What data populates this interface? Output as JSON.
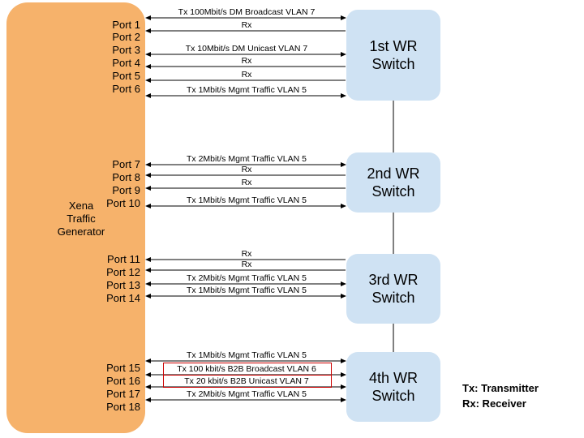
{
  "generator": {
    "label": "Xena\nTraffic\nGenerator"
  },
  "switches": [
    {
      "label": "1st WR\nSwitch"
    },
    {
      "label": "2nd WR\nSwitch"
    },
    {
      "label": "3rd WR\nSwitch"
    },
    {
      "label": "4th WR\nSwitch"
    }
  ],
  "ports": [
    "Port 1",
    "Port 2",
    "Port 3",
    "Port 4",
    "Port 5",
    "Port 6",
    "Port 7",
    "Port 8",
    "Port 9",
    "Port 10",
    "Port 11",
    "Port 12",
    "Port 13",
    "Port 14",
    "Port 15",
    "Port 16",
    "Port 17",
    "Port 18"
  ],
  "links": [
    {
      "label": "Tx 100Mbit/s DM Broadcast VLAN 7",
      "direction": "bidirectional",
      "highlighted": false
    },
    {
      "label": "Rx",
      "direction": "to-generator",
      "highlighted": false
    },
    {
      "label": "Tx 10Mbit/s DM Unicast VLAN 7",
      "direction": "bidirectional",
      "highlighted": false
    },
    {
      "label": "Rx",
      "direction": "to-generator",
      "highlighted": false
    },
    {
      "label": "Rx",
      "direction": "to-generator",
      "highlighted": false
    },
    {
      "label": "Tx 1Mbit/s Mgmt Traffic VLAN 5",
      "direction": "bidirectional",
      "highlighted": false
    },
    {
      "label": "Tx 2Mbit/s Mgmt Traffic VLAN 5",
      "direction": "bidirectional",
      "highlighted": false
    },
    {
      "label": "Rx",
      "direction": "to-generator",
      "highlighted": false
    },
    {
      "label": "Rx",
      "direction": "to-generator",
      "highlighted": false
    },
    {
      "label": "Tx 1Mbit/s Mgmt Traffic VLAN 5",
      "direction": "bidirectional",
      "highlighted": false
    },
    {
      "label": "Rx",
      "direction": "to-generator",
      "highlighted": false
    },
    {
      "label": "Rx",
      "direction": "to-generator",
      "highlighted": false
    },
    {
      "label": "Tx 2Mbit/s Mgmt Traffic VLAN 5",
      "direction": "bidirectional",
      "highlighted": false
    },
    {
      "label": "Tx 1Mbit/s Mgmt Traffic VLAN 5",
      "direction": "bidirectional",
      "highlighted": false
    },
    {
      "label": "Tx 1Mbit/s Mgmt Traffic VLAN 5",
      "direction": "bidirectional",
      "highlighted": false
    },
    {
      "label": "Tx 100 kbit/s B2B Broadcast VLAN 6",
      "direction": "bidirectional",
      "highlighted": true
    },
    {
      "label": "Tx 20 kbit/s B2B Unicast VLAN 7",
      "direction": "bidirectional",
      "highlighted": true
    },
    {
      "label": "Tx 2Mbit/s Mgmt Traffic VLAN 5",
      "direction": "bidirectional",
      "highlighted": false
    }
  ],
  "legend": {
    "tx": "Tx: Transmitter",
    "rx": "Rx: Receiver"
  },
  "colors": {
    "generator": "#f6b26b",
    "switch": "#cfe2f3",
    "highlight": "#cc0000",
    "line": "#000000"
  }
}
